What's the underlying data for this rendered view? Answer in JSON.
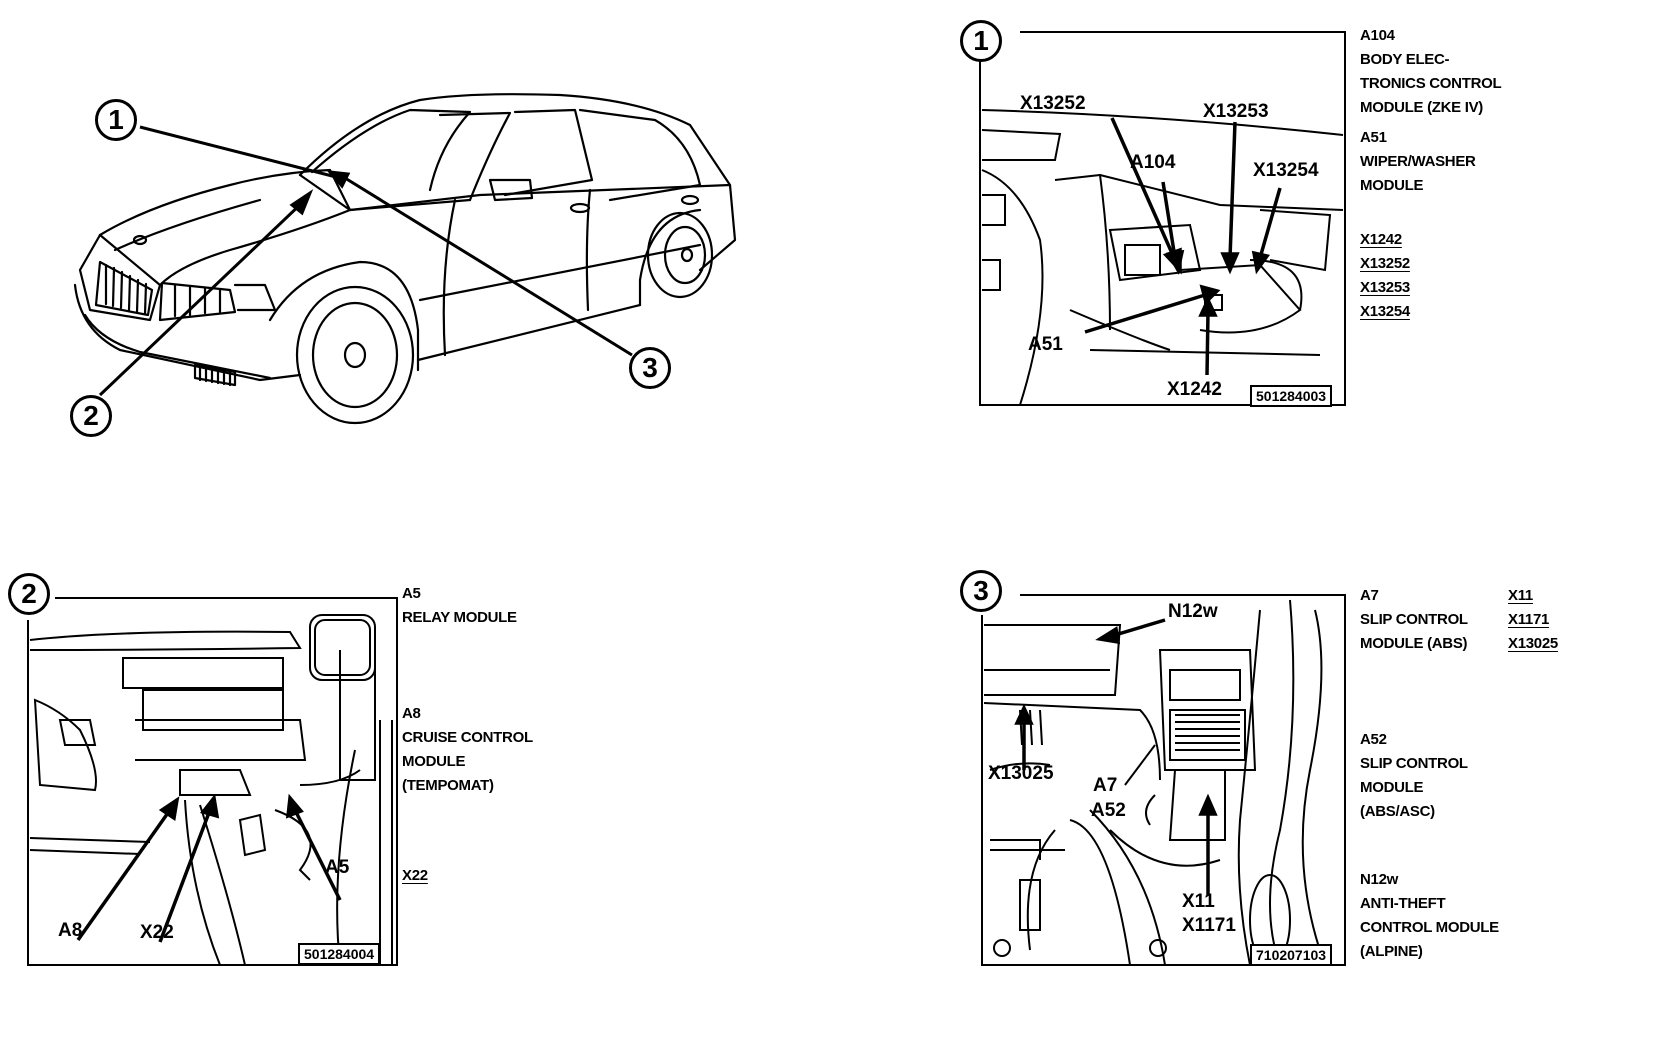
{
  "overview": {
    "markers": [
      {
        "id": "1"
      },
      {
        "id": "2"
      },
      {
        "id": "3"
      }
    ]
  },
  "detail_1": {
    "marker": "1",
    "figure_id": "501284003",
    "callouts": [
      "X13252",
      "X13253",
      "A104",
      "X13254",
      "A51",
      "X1242"
    ],
    "legend": {
      "components": [
        {
          "code": "A104",
          "lines": [
            "BODY ELEC-",
            "TRONICS CONTROL",
            "MODULE (ZKE IV)"
          ]
        },
        {
          "code": "A51",
          "lines": [
            "WIPER/WASHER",
            "MODULE"
          ]
        }
      ],
      "connectors": [
        "X1242",
        "X13252",
        "X13253",
        "X13254"
      ]
    }
  },
  "detail_2": {
    "marker": "2",
    "figure_id": "501284004",
    "callouts": [
      "A5",
      "A8",
      "X22"
    ],
    "legend": {
      "components": [
        {
          "code": "A5",
          "lines": [
            "RELAY MODULE"
          ]
        },
        {
          "code": "A8",
          "lines": [
            "CRUISE CONTROL",
            "MODULE",
            "(TEMPOMAT)"
          ]
        }
      ],
      "connectors": [
        "X22"
      ]
    }
  },
  "detail_3": {
    "marker": "3",
    "figure_id": "710207103",
    "callouts": [
      "N12w",
      "X13025",
      "A7",
      "A52",
      "X11",
      "X1171"
    ],
    "legend": {
      "components": [
        {
          "code": "A7",
          "lines": [
            "SLIP CONTROL",
            "MODULE (ABS)"
          ]
        },
        {
          "code": "A52",
          "lines": [
            "SLIP CONTROL",
            "MODULE",
            "(ABS/ASC)"
          ]
        },
        {
          "code": "N12w",
          "lines": [
            "ANTI-THEFT",
            "CONTROL MODULE",
            "(ALPINE)"
          ]
        }
      ],
      "connectors": [
        "X11",
        "X1171",
        "X13025"
      ]
    }
  }
}
